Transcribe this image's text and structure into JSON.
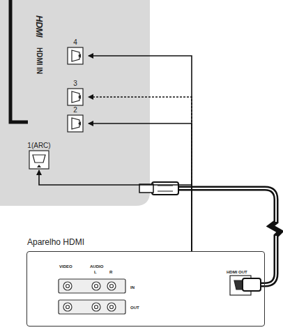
{
  "diagram": {
    "nodes": [
      {
        "text": [
          "HDMI IN",
          "HDMI"
        ]
      },
      {
        "text": [
          "4"
        ],
        "in": 0
      },
      {
        "text": [
          "3"
        ],
        "in": 0
      },
      {
        "text": [
          "2"
        ],
        "in": 0
      },
      {
        "text": [
          "1(ARC)"
        ],
        "in": 0
      },
      {
        "text": [
          "Aparelho HDMI"
        ]
      }
    ],
    "edges": [
      {
        "from": 5,
        "to": 1,
        "arrow": "to"
      },
      {
        "from": 5,
        "to": 2,
        "arrow": "to"
      },
      {
        "from": 5,
        "to": 3,
        "arrow": "to"
      },
      {
        "from": 5,
        "to": 4,
        "arrow": "to"
      }
    ],
    "labels": [
      "VIDEO",
      "AUDIO",
      "L",
      "R",
      "IN",
      "OUT",
      "HDMI OUT"
    ]
  }
}
